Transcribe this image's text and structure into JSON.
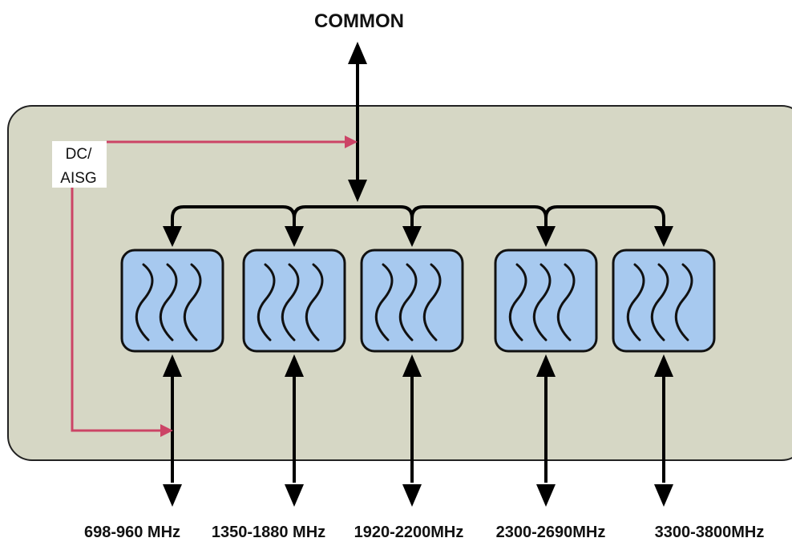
{
  "common_label": "COMMON",
  "dc_label_line1": "DC/",
  "dc_label_line2": "AISG",
  "bands": [
    {
      "label": "698-960 MHz"
    },
    {
      "label": "1350-1880 MHz"
    },
    {
      "label": "1920-2200MHz"
    },
    {
      "label": "2300-2690MHz"
    },
    {
      "label": "3300-3800MHz"
    }
  ],
  "colors": {
    "housing_fill": "#d6d7c5",
    "housing_stroke": "#222222",
    "filter_fill": "#a7c9ef",
    "filter_stroke": "#111111",
    "dc_line": "#cc4466",
    "signal_line": "#000000"
  }
}
